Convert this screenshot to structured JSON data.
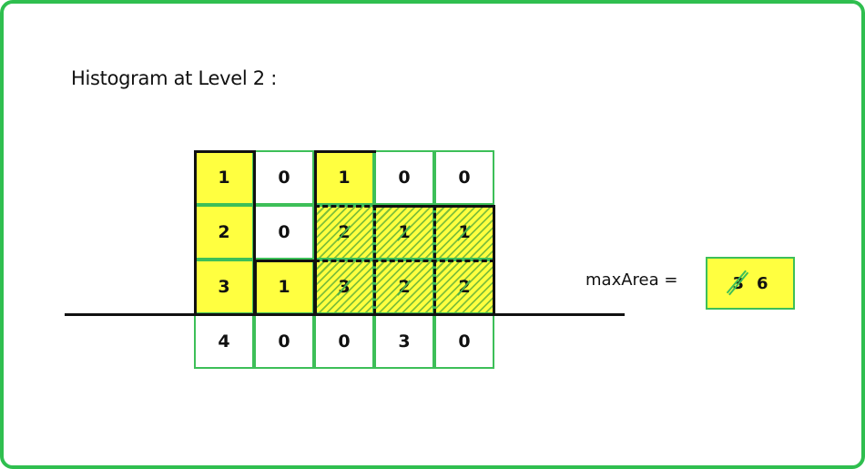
{
  "title": "Histogram at Level 2 :",
  "grid": {
    "rows": [
      [
        {
          "value": "1",
          "style": "yellow"
        },
        {
          "value": "0",
          "style": "white"
        },
        {
          "value": "1",
          "style": "yellow"
        },
        {
          "value": "0",
          "style": "white"
        },
        {
          "value": "0",
          "style": "white"
        }
      ],
      [
        {
          "value": "2",
          "style": "yellow"
        },
        {
          "value": "0",
          "style": "white"
        },
        {
          "value": "2",
          "style": "hatch"
        },
        {
          "value": "1",
          "style": "hatch"
        },
        {
          "value": "1",
          "style": "hatch"
        }
      ],
      [
        {
          "value": "3",
          "style": "yellow"
        },
        {
          "value": "1",
          "style": "yellow"
        },
        {
          "value": "3",
          "style": "hatch"
        },
        {
          "value": "2",
          "style": "hatch"
        },
        {
          "value": "2",
          "style": "hatch"
        }
      ],
      [
        {
          "value": "4",
          "style": "white"
        },
        {
          "value": "0",
          "style": "white"
        },
        {
          "value": "0",
          "style": "white"
        },
        {
          "value": "3",
          "style": "white"
        },
        {
          "value": "0",
          "style": "white"
        }
      ]
    ]
  },
  "max_area": {
    "label": "maxArea =",
    "old_value": "3",
    "new_value": "6"
  },
  "colors": {
    "border_green": "#2fbf4f",
    "cell_yellow": "#ffff40",
    "hatch_green": "#7fbf3a"
  }
}
